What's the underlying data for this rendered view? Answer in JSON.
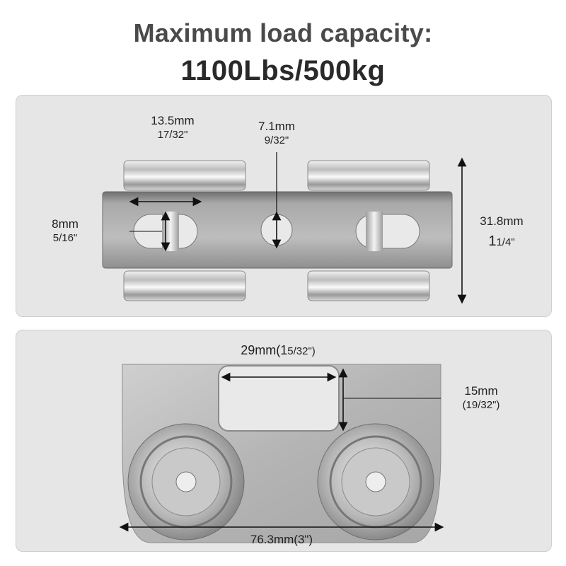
{
  "header": {
    "title_line1": "Maximum load capacity:",
    "title_line2": "1100Lbs/500kg"
  },
  "top_view": {
    "dim_slot_width_mm": "13.5mm",
    "dim_slot_width_in": "17/32\"",
    "dim_hole_mm": "7.1mm",
    "dim_hole_in": "9/32\"",
    "dim_slot_height_mm": "8mm",
    "dim_slot_height_in": "5/16\"",
    "dim_height_mm": "31.8mm",
    "dim_height_in_whole": "1",
    "dim_height_in_frac": "1/4\""
  },
  "side_view": {
    "dim_window_width": "29mm(1",
    "dim_window_width_frac": "5/32\")",
    "dim_window_height_mm": "15mm",
    "dim_window_height_in": "(19/32\")",
    "dim_overall_width": "76.3mm(3\")"
  },
  "colors": {
    "panel_bg": "#e6e6e6",
    "metal": "#b8b8b8",
    "title": "#4a4a4a"
  }
}
